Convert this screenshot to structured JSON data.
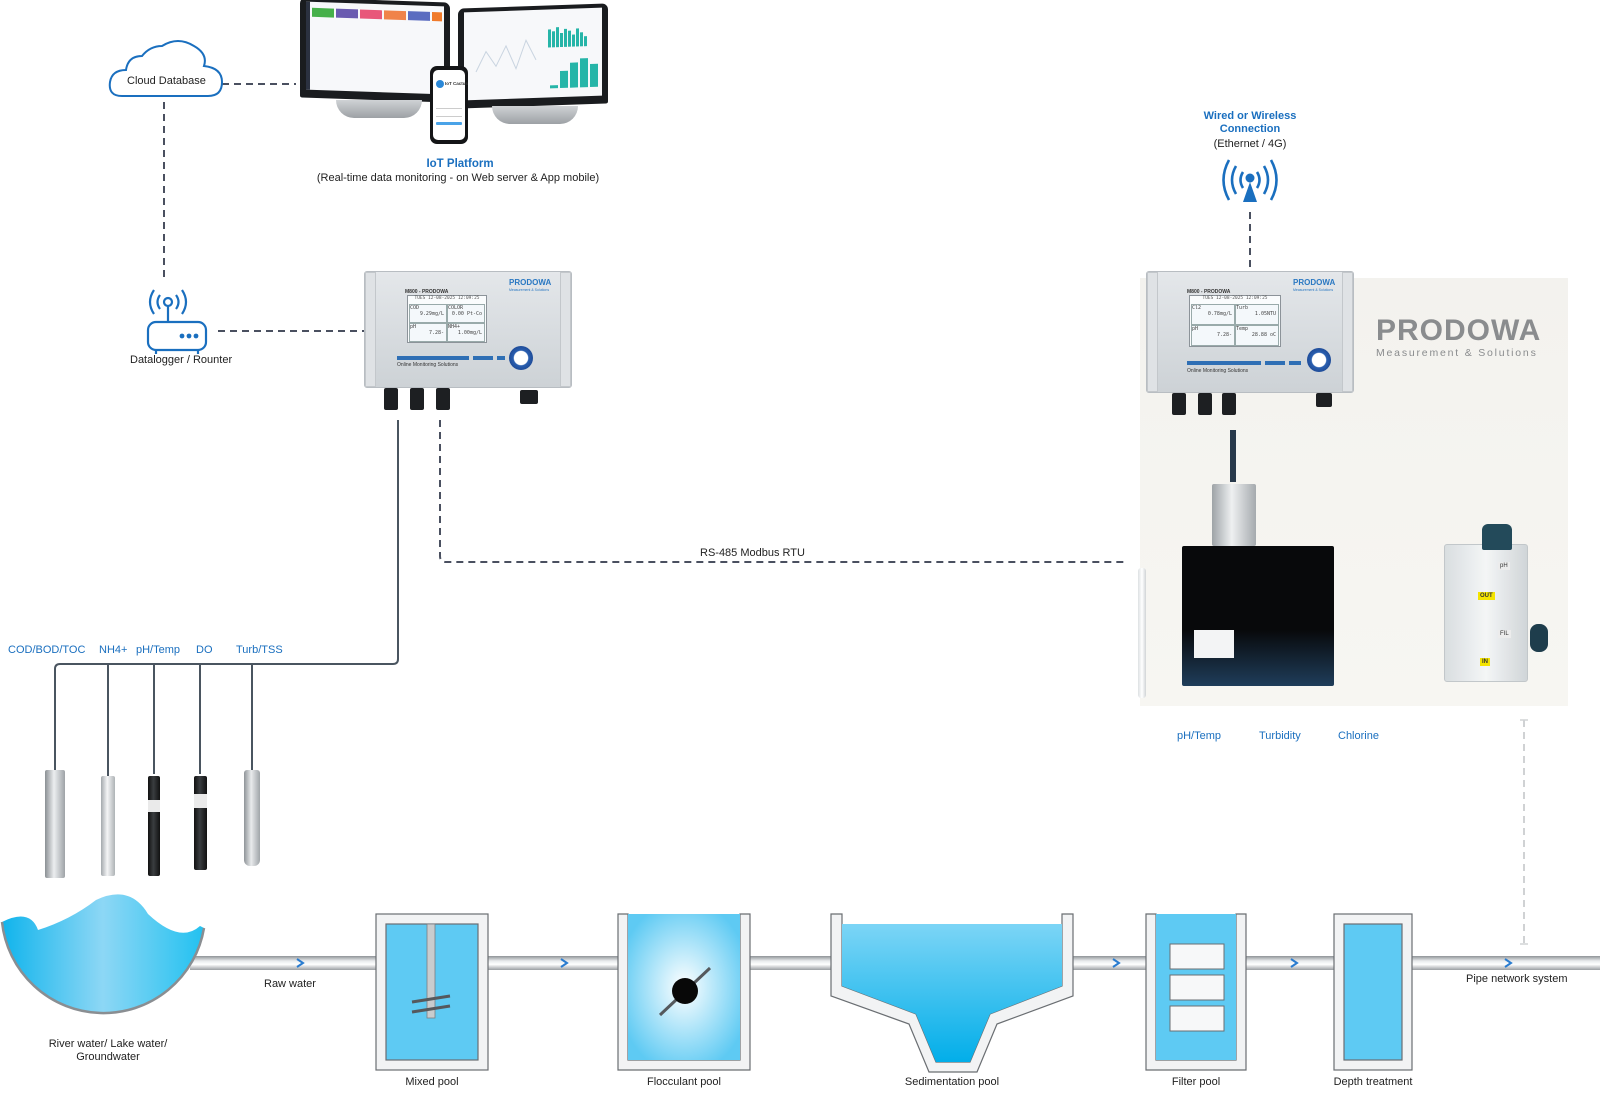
{
  "colors": {
    "accent_blue": "#1a6fbf",
    "dashed_line": "#4a5060",
    "water_blue": "#5ecaf3",
    "pipe_gray": "#b8bcc0"
  },
  "cloud": {
    "label": "Cloud Database",
    "icon": "cloud-icon"
  },
  "iot_platform": {
    "title": "IoT Platform",
    "subtitle": "(Real-time data monitoring - on Web server & App mobile)",
    "phone_app_name": "IoT Cactus"
  },
  "datalogger": {
    "label": "Datalogger / Rounter",
    "icon": "router-icon"
  },
  "wireless": {
    "title_line1": "Wired or Wireless",
    "title_line2": "Connection",
    "subtitle": "(Ethernet / 4G)",
    "icon": "wireless-tower-icon"
  },
  "controller_left": {
    "model": "M800 - PRODOWA",
    "brand": "PRODOWA",
    "brand_sub": "Measurement & Solutions",
    "slogan": "Online Monitoring Solutions",
    "screen_header": "TUES 12-08-2025 12:09:25",
    "cells": [
      {
        "name": "COD",
        "value": "9.29mg/L"
      },
      {
        "name": "COLOR",
        "value": "0.00 Pt-Co"
      },
      {
        "name": "pH",
        "value": "7.28-"
      },
      {
        "name": "NH4+",
        "value": "1.00mg/L"
      }
    ]
  },
  "controller_right": {
    "model": "M800 - PRODOWA",
    "brand": "PRODOWA",
    "brand_sub": "Measurement & Solutions",
    "slogan": "Online Monitoring Solutions",
    "screen_header": "TUES 12-08-2025 12:09:25",
    "cells": [
      {
        "name": "Cl2",
        "value": "0.78mg/L"
      },
      {
        "name": "Turb",
        "value": "1.05NTU"
      },
      {
        "name": "pH",
        "value": "7.28-"
      },
      {
        "name": "Temp",
        "value": "28.88 oC"
      }
    ]
  },
  "panel": {
    "brand": "PRODOWA",
    "brand_sub": "Measurement & Solutions",
    "flowcell_tags": [
      "pH",
      "OUT",
      "IN",
      "FIL"
    ]
  },
  "link_label": "RS-485 Modbus RTU",
  "probes": [
    {
      "label": "COD/BOD/TOC"
    },
    {
      "label": "NH4+"
    },
    {
      "label": "pH/Temp"
    },
    {
      "label": "DO"
    },
    {
      "label": "Turb/TSS"
    }
  ],
  "panel_sensors": [
    {
      "label": "pH/Temp"
    },
    {
      "label": "Turbidity"
    },
    {
      "label": "Chlorine"
    }
  ],
  "process": {
    "source_line1": "River water/ Lake water/",
    "source_line2": "Groundwater",
    "raw_water": "Raw water",
    "stages": [
      {
        "label": "Mixed pool"
      },
      {
        "label": "Flocculant pool"
      },
      {
        "label": "Sedimentation pool"
      },
      {
        "label": "Filter pool"
      },
      {
        "label": "Depth treatment"
      }
    ],
    "output": "Pipe network system"
  }
}
